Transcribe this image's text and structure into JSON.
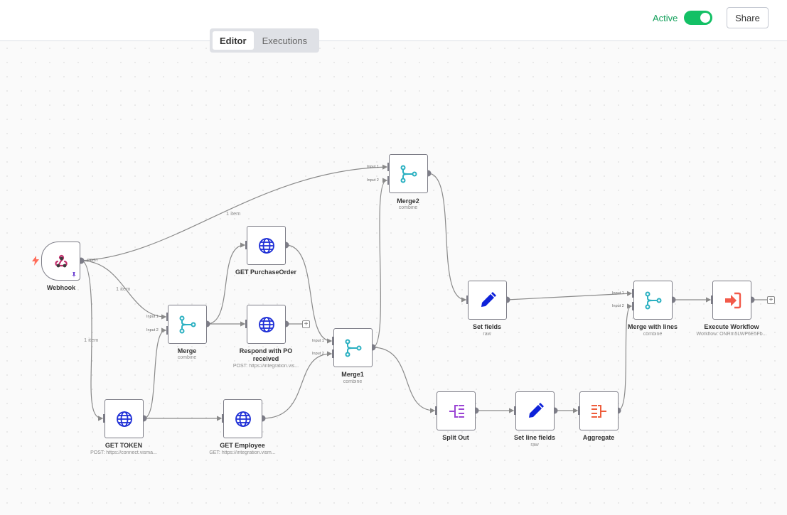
{
  "header": {
    "active_label": "Active",
    "active_on": true,
    "share_label": "Share",
    "tabs": [
      {
        "label": "Editor",
        "selected": true
      },
      {
        "label": "Executions",
        "selected": false
      }
    ]
  },
  "nodes": {
    "webhook": {
      "label": "Webhook",
      "icon": "webhook-icon"
    },
    "get_purchase_order": {
      "label": "GET PurchaseOrder",
      "icon": "globe-icon"
    },
    "respond_po": {
      "label": "Respond with PO received",
      "sub": "POST: https://integration.vis...",
      "icon": "globe-icon"
    },
    "merge": {
      "label": "Merge",
      "sub": "combine",
      "icon": "merge-icon"
    },
    "merge1": {
      "label": "Merge1",
      "sub": "combine",
      "icon": "merge-icon"
    },
    "merge2": {
      "label": "Merge2",
      "sub": "combine",
      "icon": "merge-icon"
    },
    "get_token": {
      "label": "GET TOKEN",
      "sub": "POST: https://connect.visma...",
      "icon": "globe-icon"
    },
    "get_employee": {
      "label": "GET Employee",
      "sub": "GET: https://integration.vism...",
      "icon": "globe-icon"
    },
    "set_fields": {
      "label": "Set fields",
      "sub": "raw",
      "icon": "pencil-icon"
    },
    "split_out": {
      "label": "Split Out",
      "icon": "split-out-icon"
    },
    "set_line_fields": {
      "label": "Set line fields",
      "sub": "raw",
      "icon": "pencil-icon"
    },
    "aggregate": {
      "label": "Aggregate",
      "icon": "aggregate-icon"
    },
    "merge_with_lines": {
      "label": "Merge with lines",
      "sub": "combine",
      "icon": "merge-icon"
    },
    "execute_workflow": {
      "label": "Execute Workflow",
      "sub": "Workflow: ONRm5LWP6E5Fb...",
      "icon": "execute-workflow-icon"
    }
  },
  "edge_labels": {
    "webhook_merge2": "1 item",
    "webhook_merge": "1 item",
    "webhook_token": "1 item"
  },
  "port_labels": {
    "post": "POST",
    "input1": "Input 1",
    "input2": "Input 2"
  },
  "colors": {
    "merge": "#2ab0c1",
    "globe": "#1e2fd6",
    "pencil": "#0e22d9",
    "split": "#9b45d4",
    "aggregate": "#ee5d3c",
    "execute": "#f25a4a",
    "webhook": "#c4306e",
    "active": "#13c065"
  }
}
